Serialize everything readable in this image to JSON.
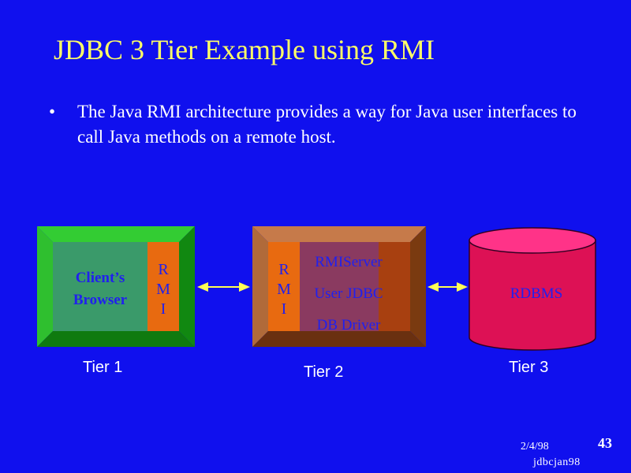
{
  "slide": {
    "title": "JDBC 3 Tier Example using RMI",
    "bullet": "The Java RMI architecture provides a way for Java user interfaces to call Java methods on a remote host.",
    "bullet_symbol": "•"
  },
  "diagram": {
    "client": {
      "line1": "Client’s",
      "line2": "Browser",
      "rmi": [
        "R",
        "M",
        "I"
      ]
    },
    "server": {
      "rmi": [
        "R",
        "M",
        "I"
      ],
      "line1": "RMIServer",
      "line2": "User JDBC",
      "line3": "DB Driver"
    },
    "db": {
      "label": "RDBMS"
    },
    "tiers": [
      "Tier 1",
      "Tier 2",
      "Tier 3"
    ]
  },
  "footer": {
    "date": "2/4/98",
    "deck": "jdbcjan98",
    "page": "43"
  },
  "colors": {
    "background": "#1010ee",
    "title": "#ffff66",
    "client_face": "#3a9a6a",
    "client_bevel_light": "#33cc33",
    "client_bevel_dark": "#0f7a0f",
    "rmi_orange": "#e86a10",
    "server_face": "#884422",
    "server_inner": "#8a3a60",
    "db_fill": "#dd1155",
    "db_top": "#ff3388",
    "label_blue": "#2020ee",
    "arrow_yellow": "#ffff55"
  }
}
